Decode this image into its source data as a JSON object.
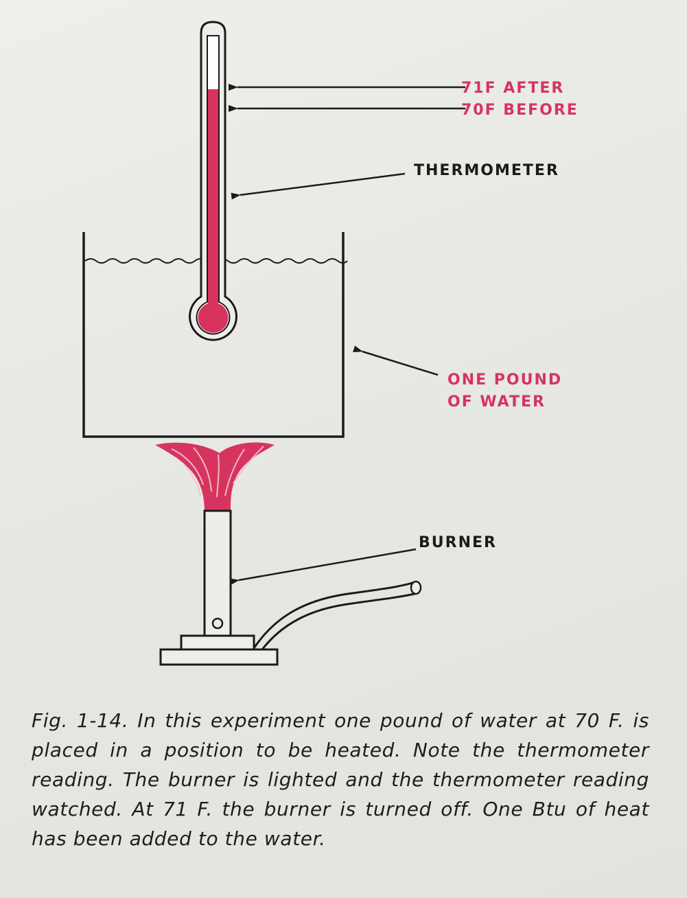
{
  "labels": {
    "after": "71F AFTER",
    "before": "70F BEFORE",
    "thermometer": "THERMOMETER",
    "water_line1": "ONE POUND",
    "water_line2": "OF WATER",
    "burner": "BURNER"
  },
  "caption": "Fig. 1-14. In this experiment one pound of water at 70 F. is placed in a position to be heated. Note the thermometer reading. The burner is lighted and the thermometer reading watched. At 71 F. the burner is turned off. One Btu of heat has been added to the water.",
  "colors": {
    "accent": "#d6345e",
    "ink": "#1b1b1b",
    "paper": "#e9e9e6"
  },
  "icons": [
    "thermometer-icon",
    "water-container-icon",
    "flame-icon",
    "burner-icon",
    "gas-hose-icon"
  ]
}
